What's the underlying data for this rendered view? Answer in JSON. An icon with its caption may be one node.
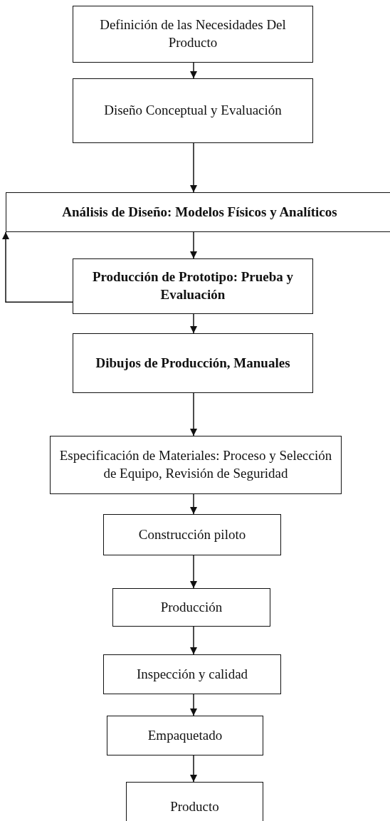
{
  "diagram": {
    "nodes": [
      {
        "text": [
          "Definición de las Necesidades Del Producto"
        ]
      },
      {
        "text": [
          "Diseño Conceptual y Evaluación"
        ]
      },
      {
        "text": [
          "Análisis de Diseño: Modelos Físicos y Analíticos"
        ]
      },
      {
        "text": [
          "Producción de Prototipo: Prueba y Evaluación"
        ]
      },
      {
        "text": [
          "Dibujos de Producción, Manuales"
        ]
      },
      {
        "text": [
          "Especificación de Materiales: Proceso y Selección de Equipo, Revisión de Seguridad"
        ]
      },
      {
        "text": [
          "Construcción piloto"
        ]
      },
      {
        "text": [
          "Producción"
        ]
      },
      {
        "text": [
          "Inspección y calidad"
        ]
      },
      {
        "text": [
          "Empaquetado"
        ]
      },
      {
        "text": [
          "Producto"
        ]
      }
    ],
    "edges": [
      {
        "from": 0,
        "to": 1,
        "arrow": "to"
      },
      {
        "from": 1,
        "to": 2,
        "arrow": "to"
      },
      {
        "from": 2,
        "to": 3,
        "arrow": "to"
      },
      {
        "from": 3,
        "to": 2,
        "arrow": "to"
      },
      {
        "from": 3,
        "to": 4,
        "arrow": "to"
      },
      {
        "from": 4,
        "to": 5,
        "arrow": "to"
      },
      {
        "from": 5,
        "to": 6,
        "arrow": "to"
      },
      {
        "from": 6,
        "to": 7,
        "arrow": "to"
      },
      {
        "from": 7,
        "to": 8,
        "arrow": "to"
      },
      {
        "from": 8,
        "to": 9,
        "arrow": "to"
      },
      {
        "from": 9,
        "to": 10,
        "arrow": "to"
      }
    ]
  }
}
